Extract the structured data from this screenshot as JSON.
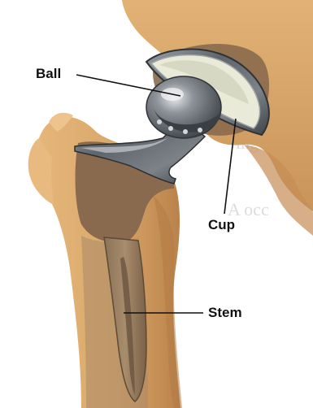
{
  "diagram": {
    "labels": {
      "ball": "Ball",
      "cup": "Cup",
      "stem": "Stem"
    },
    "colors": {
      "bone": "#d9a76a",
      "bone_dark": "#b9824b",
      "bone_cut": "#8a6a4e",
      "metal": "#6f747a",
      "metal_light": "#c9ccd0",
      "liner": "#e9ead8",
      "background": "#ffffff"
    }
  }
}
